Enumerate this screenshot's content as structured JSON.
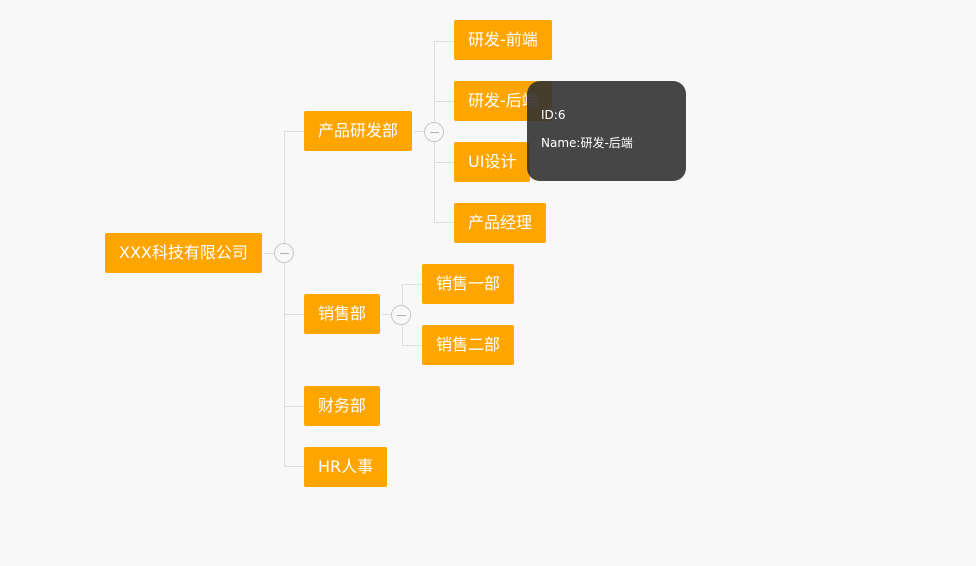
{
  "tree": {
    "root": {
      "label": "XXX科技有限公司"
    },
    "departments": [
      {
        "label": "产品研发部",
        "children": [
          {
            "label": "研发-前端"
          },
          {
            "label": "研发-后端"
          },
          {
            "label": "UI设计"
          },
          {
            "label": "产品经理"
          }
        ]
      },
      {
        "label": "销售部",
        "children": [
          {
            "label": "销售一部"
          },
          {
            "label": "销售二部"
          }
        ]
      },
      {
        "label": "财务部"
      },
      {
        "label": "HR人事"
      }
    ]
  },
  "tooltip": {
    "id_line": "ID:6",
    "name_line": "Name:研发-后端"
  }
}
